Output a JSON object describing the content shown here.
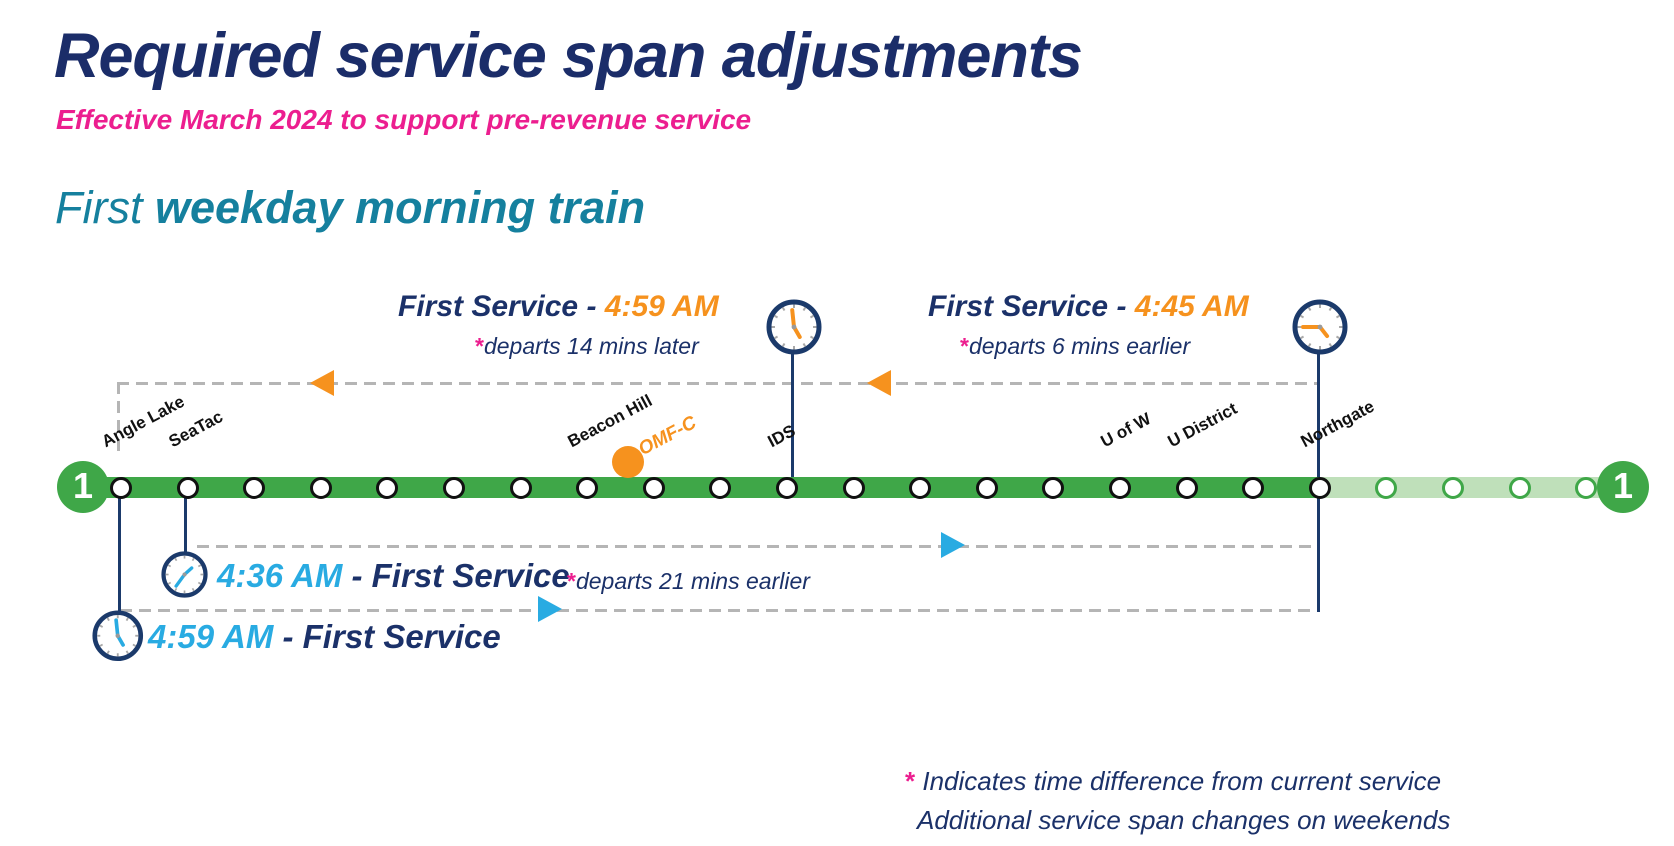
{
  "title": "Required service span adjustments",
  "subtitle": "Effective March 2024 to support pre-revenue service",
  "heading": {
    "light": "First",
    "bold": " weekday morning train"
  },
  "route": {
    "number": "1",
    "stations": [
      {
        "label": "Angle Lake"
      },
      {
        "label": "SeaTac"
      },
      {
        "label": ""
      },
      {
        "label": ""
      },
      {
        "label": ""
      },
      {
        "label": ""
      },
      {
        "label": ""
      },
      {
        "label": "Beacon Hill"
      },
      {
        "label": ""
      },
      {
        "label": ""
      },
      {
        "label": "IDS"
      },
      {
        "label": ""
      },
      {
        "label": ""
      },
      {
        "label": ""
      },
      {
        "label": ""
      },
      {
        "label": "U of W"
      },
      {
        "label": "U District"
      },
      {
        "label": ""
      },
      {
        "label": "Northgate"
      }
    ],
    "future_stations": [
      {
        "label": ""
      },
      {
        "label": ""
      },
      {
        "label": ""
      },
      {
        "label": ""
      }
    ],
    "omf_label": "OMF-C"
  },
  "annotations": {
    "top_left": {
      "label": "First Service - ",
      "time": "4:59 AM",
      "star": "*",
      "note": "departs 14 mins later"
    },
    "top_right": {
      "label": "First Service - ",
      "time": "4:45 AM",
      "star": "*",
      "note": "departs 6 mins earlier"
    },
    "mid": {
      "time": "4:36 AM",
      "label": " - First Service",
      "star": "*",
      "note": "departs 21 mins earlier"
    },
    "bottom": {
      "time": "4:59 AM",
      "label": " - First Service"
    }
  },
  "footnotes": {
    "star": "*",
    "line1": "Indicates time difference from current service",
    "line2": "Additional service span changes on weekends"
  },
  "colors": {
    "navy": "#1b2d69",
    "magenta": "#ec1e8f",
    "teal": "#15809e",
    "green": "#3fa748",
    "light_green": "#bfe0ba",
    "orange": "#f6921e",
    "cyan": "#29abe2",
    "dash_gray": "#b5b5b5",
    "station_outline": "#111111"
  }
}
